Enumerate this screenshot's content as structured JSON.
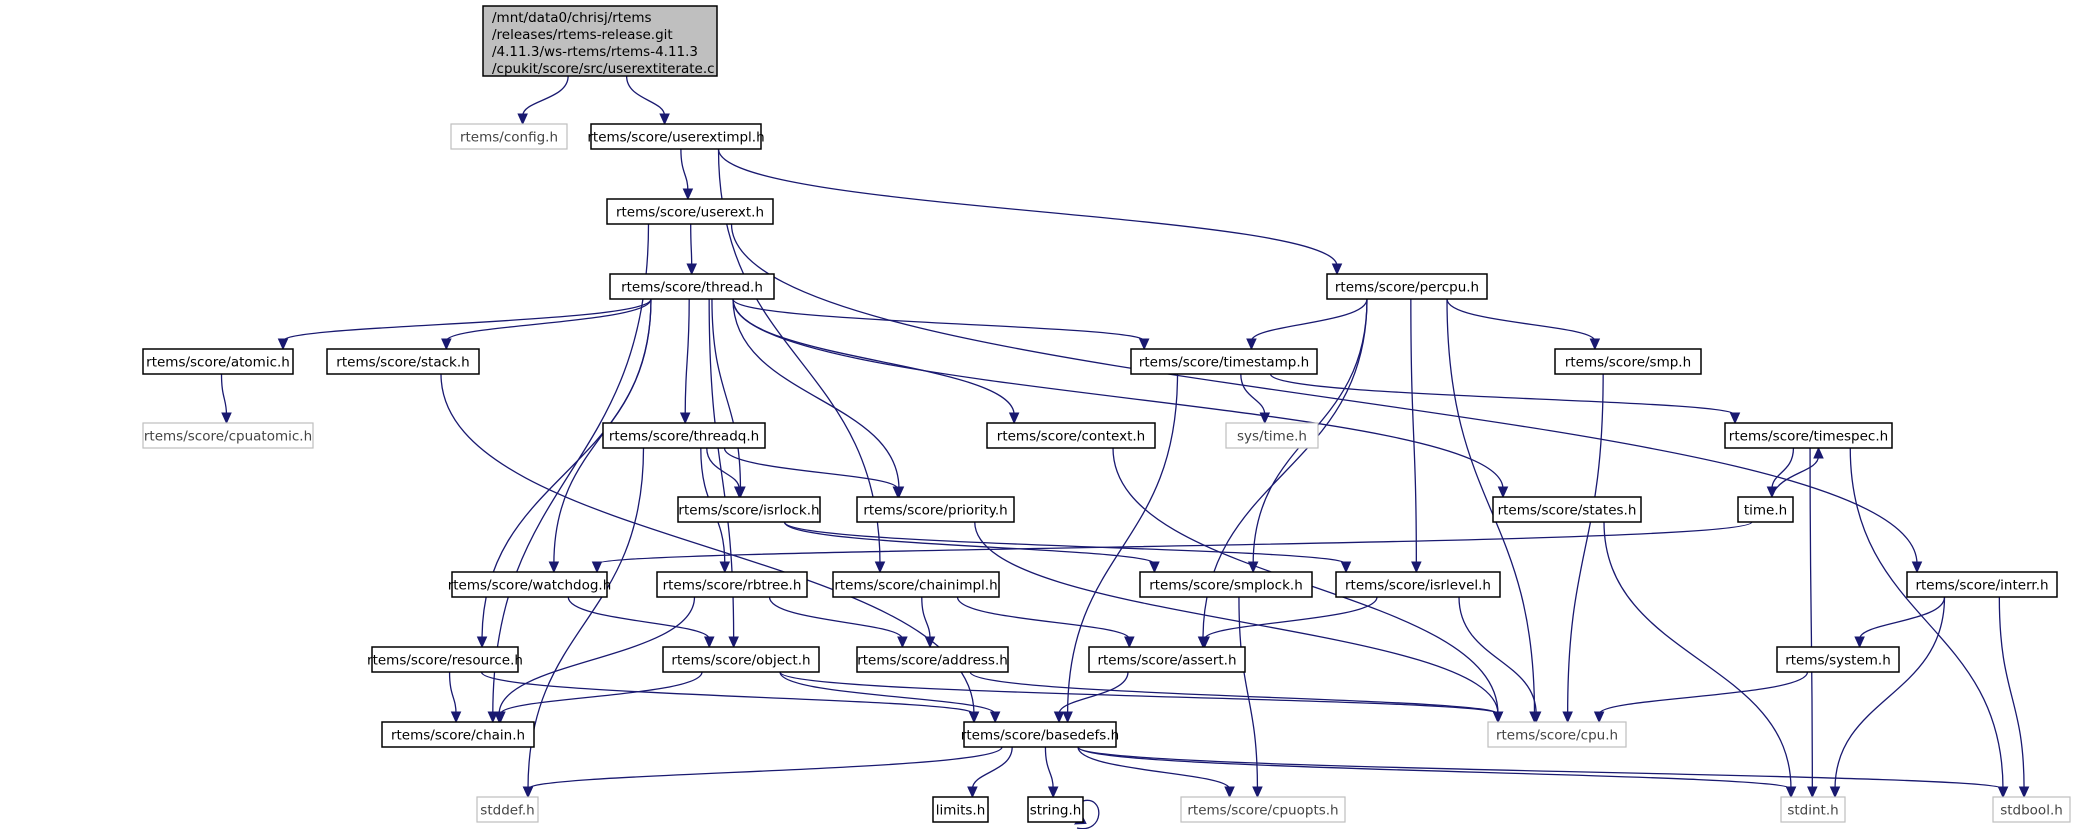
{
  "diagram": {
    "type": "include-dependency-graph",
    "root": "root",
    "nodes": [
      {
        "id": "root",
        "kind": "root",
        "lines": [
          "/mnt/data0/chrisj/rtems",
          "/releases/rtems-release.git",
          "/4.11.3/ws-rtems/rtems-4.11.3",
          "/cpukit/score/src/userextiterate.c"
        ]
      },
      {
        "id": "config",
        "kind": "external",
        "lines": [
          "rtems/config.h"
        ]
      },
      {
        "id": "userextimpl",
        "kind": "documented",
        "lines": [
          "rtems/score/userextimpl.h"
        ]
      },
      {
        "id": "userext",
        "kind": "documented",
        "lines": [
          "rtems/score/userext.h"
        ]
      },
      {
        "id": "thread",
        "kind": "documented",
        "lines": [
          "rtems/score/thread.h"
        ]
      },
      {
        "id": "percpu",
        "kind": "documented",
        "lines": [
          "rtems/score/percpu.h"
        ]
      },
      {
        "id": "atomic",
        "kind": "documented",
        "lines": [
          "rtems/score/atomic.h"
        ]
      },
      {
        "id": "stack",
        "kind": "documented",
        "lines": [
          "rtems/score/stack.h"
        ]
      },
      {
        "id": "timestamp",
        "kind": "documented",
        "lines": [
          "rtems/score/timestamp.h"
        ]
      },
      {
        "id": "smp",
        "kind": "documented",
        "lines": [
          "rtems/score/smp.h"
        ]
      },
      {
        "id": "cpuatomic",
        "kind": "external",
        "lines": [
          "rtems/score/cpuatomic.h"
        ]
      },
      {
        "id": "threadq",
        "kind": "documented",
        "lines": [
          "rtems/score/threadq.h"
        ]
      },
      {
        "id": "context",
        "kind": "documented",
        "lines": [
          "rtems/score/context.h"
        ]
      },
      {
        "id": "systime",
        "kind": "external",
        "lines": [
          "sys/time.h"
        ]
      },
      {
        "id": "timespec",
        "kind": "documented",
        "lines": [
          "rtems/score/timespec.h"
        ]
      },
      {
        "id": "isrlock",
        "kind": "documented",
        "lines": [
          "rtems/score/isrlock.h"
        ]
      },
      {
        "id": "priority",
        "kind": "documented",
        "lines": [
          "rtems/score/priority.h"
        ]
      },
      {
        "id": "states",
        "kind": "documented",
        "lines": [
          "rtems/score/states.h"
        ]
      },
      {
        "id": "timeh",
        "kind": "documented",
        "lines": [
          "time.h"
        ]
      },
      {
        "id": "watchdog",
        "kind": "documented",
        "lines": [
          "rtems/score/watchdog.h"
        ]
      },
      {
        "id": "rbtree",
        "kind": "documented",
        "lines": [
          "rtems/score/rbtree.h"
        ]
      },
      {
        "id": "chainimpl",
        "kind": "documented",
        "lines": [
          "rtems/score/chainimpl.h"
        ]
      },
      {
        "id": "smplock",
        "kind": "documented",
        "lines": [
          "rtems/score/smplock.h"
        ]
      },
      {
        "id": "isrlevel",
        "kind": "documented",
        "lines": [
          "rtems/score/isrlevel.h"
        ]
      },
      {
        "id": "interr",
        "kind": "documented",
        "lines": [
          "rtems/score/interr.h"
        ]
      },
      {
        "id": "resource",
        "kind": "documented",
        "lines": [
          "rtems/score/resource.h"
        ]
      },
      {
        "id": "object",
        "kind": "documented",
        "lines": [
          "rtems/score/object.h"
        ]
      },
      {
        "id": "address",
        "kind": "documented",
        "lines": [
          "rtems/score/address.h"
        ]
      },
      {
        "id": "assert",
        "kind": "documented",
        "lines": [
          "rtems/score/assert.h"
        ]
      },
      {
        "id": "system",
        "kind": "documented",
        "lines": [
          "rtems/system.h"
        ]
      },
      {
        "id": "chain",
        "kind": "documented",
        "lines": [
          "rtems/score/chain.h"
        ]
      },
      {
        "id": "basedefs",
        "kind": "documented",
        "lines": [
          "rtems/score/basedefs.h"
        ]
      },
      {
        "id": "cpu",
        "kind": "external",
        "lines": [
          "rtems/score/cpu.h"
        ]
      },
      {
        "id": "stddef",
        "kind": "external",
        "lines": [
          "stddef.h"
        ]
      },
      {
        "id": "limits",
        "kind": "documented",
        "lines": [
          "limits.h"
        ]
      },
      {
        "id": "string",
        "kind": "documented",
        "lines": [
          "string.h"
        ]
      },
      {
        "id": "cpuopts",
        "kind": "external",
        "lines": [
          "rtems/score/cpuopts.h"
        ]
      },
      {
        "id": "stdint",
        "kind": "external",
        "lines": [
          "stdint.h"
        ]
      },
      {
        "id": "stdbool",
        "kind": "external",
        "lines": [
          "stdbool.h"
        ]
      }
    ],
    "edges": [
      [
        "root",
        "config"
      ],
      [
        "root",
        "userextimpl"
      ],
      [
        "userextimpl",
        "userext"
      ],
      [
        "userextimpl",
        "percpu"
      ],
      [
        "userextimpl",
        "chainimpl"
      ],
      [
        "userext",
        "thread"
      ],
      [
        "userext",
        "interr"
      ],
      [
        "userext",
        "chain"
      ],
      [
        "thread",
        "atomic"
      ],
      [
        "thread",
        "stack"
      ],
      [
        "thread",
        "timestamp"
      ],
      [
        "thread",
        "threadq"
      ],
      [
        "thread",
        "context"
      ],
      [
        "thread",
        "isrlock"
      ],
      [
        "thread",
        "priority"
      ],
      [
        "thread",
        "states"
      ],
      [
        "thread",
        "watchdog"
      ],
      [
        "thread",
        "resource"
      ],
      [
        "thread",
        "object"
      ],
      [
        "percpu",
        "timestamp"
      ],
      [
        "percpu",
        "smp"
      ],
      [
        "percpu",
        "assert"
      ],
      [
        "percpu",
        "smplock"
      ],
      [
        "percpu",
        "isrlevel"
      ],
      [
        "percpu",
        "cpu"
      ],
      [
        "atomic",
        "cpuatomic"
      ],
      [
        "stack",
        "basedefs"
      ],
      [
        "timestamp",
        "systime"
      ],
      [
        "timestamp",
        "timespec"
      ],
      [
        "timestamp",
        "basedefs"
      ],
      [
        "smp",
        "cpu"
      ],
      [
        "context",
        "cpu"
      ],
      [
        "threadq",
        "isrlock"
      ],
      [
        "threadq",
        "priority"
      ],
      [
        "threadq",
        "rbtree"
      ],
      [
        "threadq",
        "stddef"
      ],
      [
        "timespec",
        "timeh"
      ],
      [
        "timespec",
        "stdint"
      ],
      [
        "timespec",
        "stdbool"
      ],
      [
        "timeh",
        "timespec"
      ],
      [
        "timeh",
        "watchdog"
      ],
      [
        "isrlock",
        "smplock"
      ],
      [
        "isrlock",
        "isrlevel"
      ],
      [
        "priority",
        "cpu"
      ],
      [
        "states",
        "stdint"
      ],
      [
        "watchdog",
        "object"
      ],
      [
        "rbtree",
        "address"
      ],
      [
        "rbtree",
        "chain"
      ],
      [
        "chainimpl",
        "address"
      ],
      [
        "chainimpl",
        "assert"
      ],
      [
        "smplock",
        "cpuopts"
      ],
      [
        "isrlevel",
        "assert"
      ],
      [
        "isrlevel",
        "cpu"
      ],
      [
        "interr",
        "system"
      ],
      [
        "interr",
        "stdint"
      ],
      [
        "interr",
        "stdbool"
      ],
      [
        "resource",
        "chain"
      ],
      [
        "resource",
        "basedefs"
      ],
      [
        "object",
        "chain"
      ],
      [
        "object",
        "basedefs"
      ],
      [
        "object",
        "cpu"
      ],
      [
        "address",
        "cpu"
      ],
      [
        "assert",
        "basedefs"
      ],
      [
        "system",
        "cpu"
      ],
      [
        "basedefs",
        "stddef"
      ],
      [
        "basedefs",
        "limits"
      ],
      [
        "basedefs",
        "string"
      ],
      [
        "basedefs",
        "cpuopts"
      ],
      [
        "basedefs",
        "stdint"
      ],
      [
        "basedefs",
        "stdbool"
      ],
      [
        "string",
        "string"
      ]
    ]
  }
}
